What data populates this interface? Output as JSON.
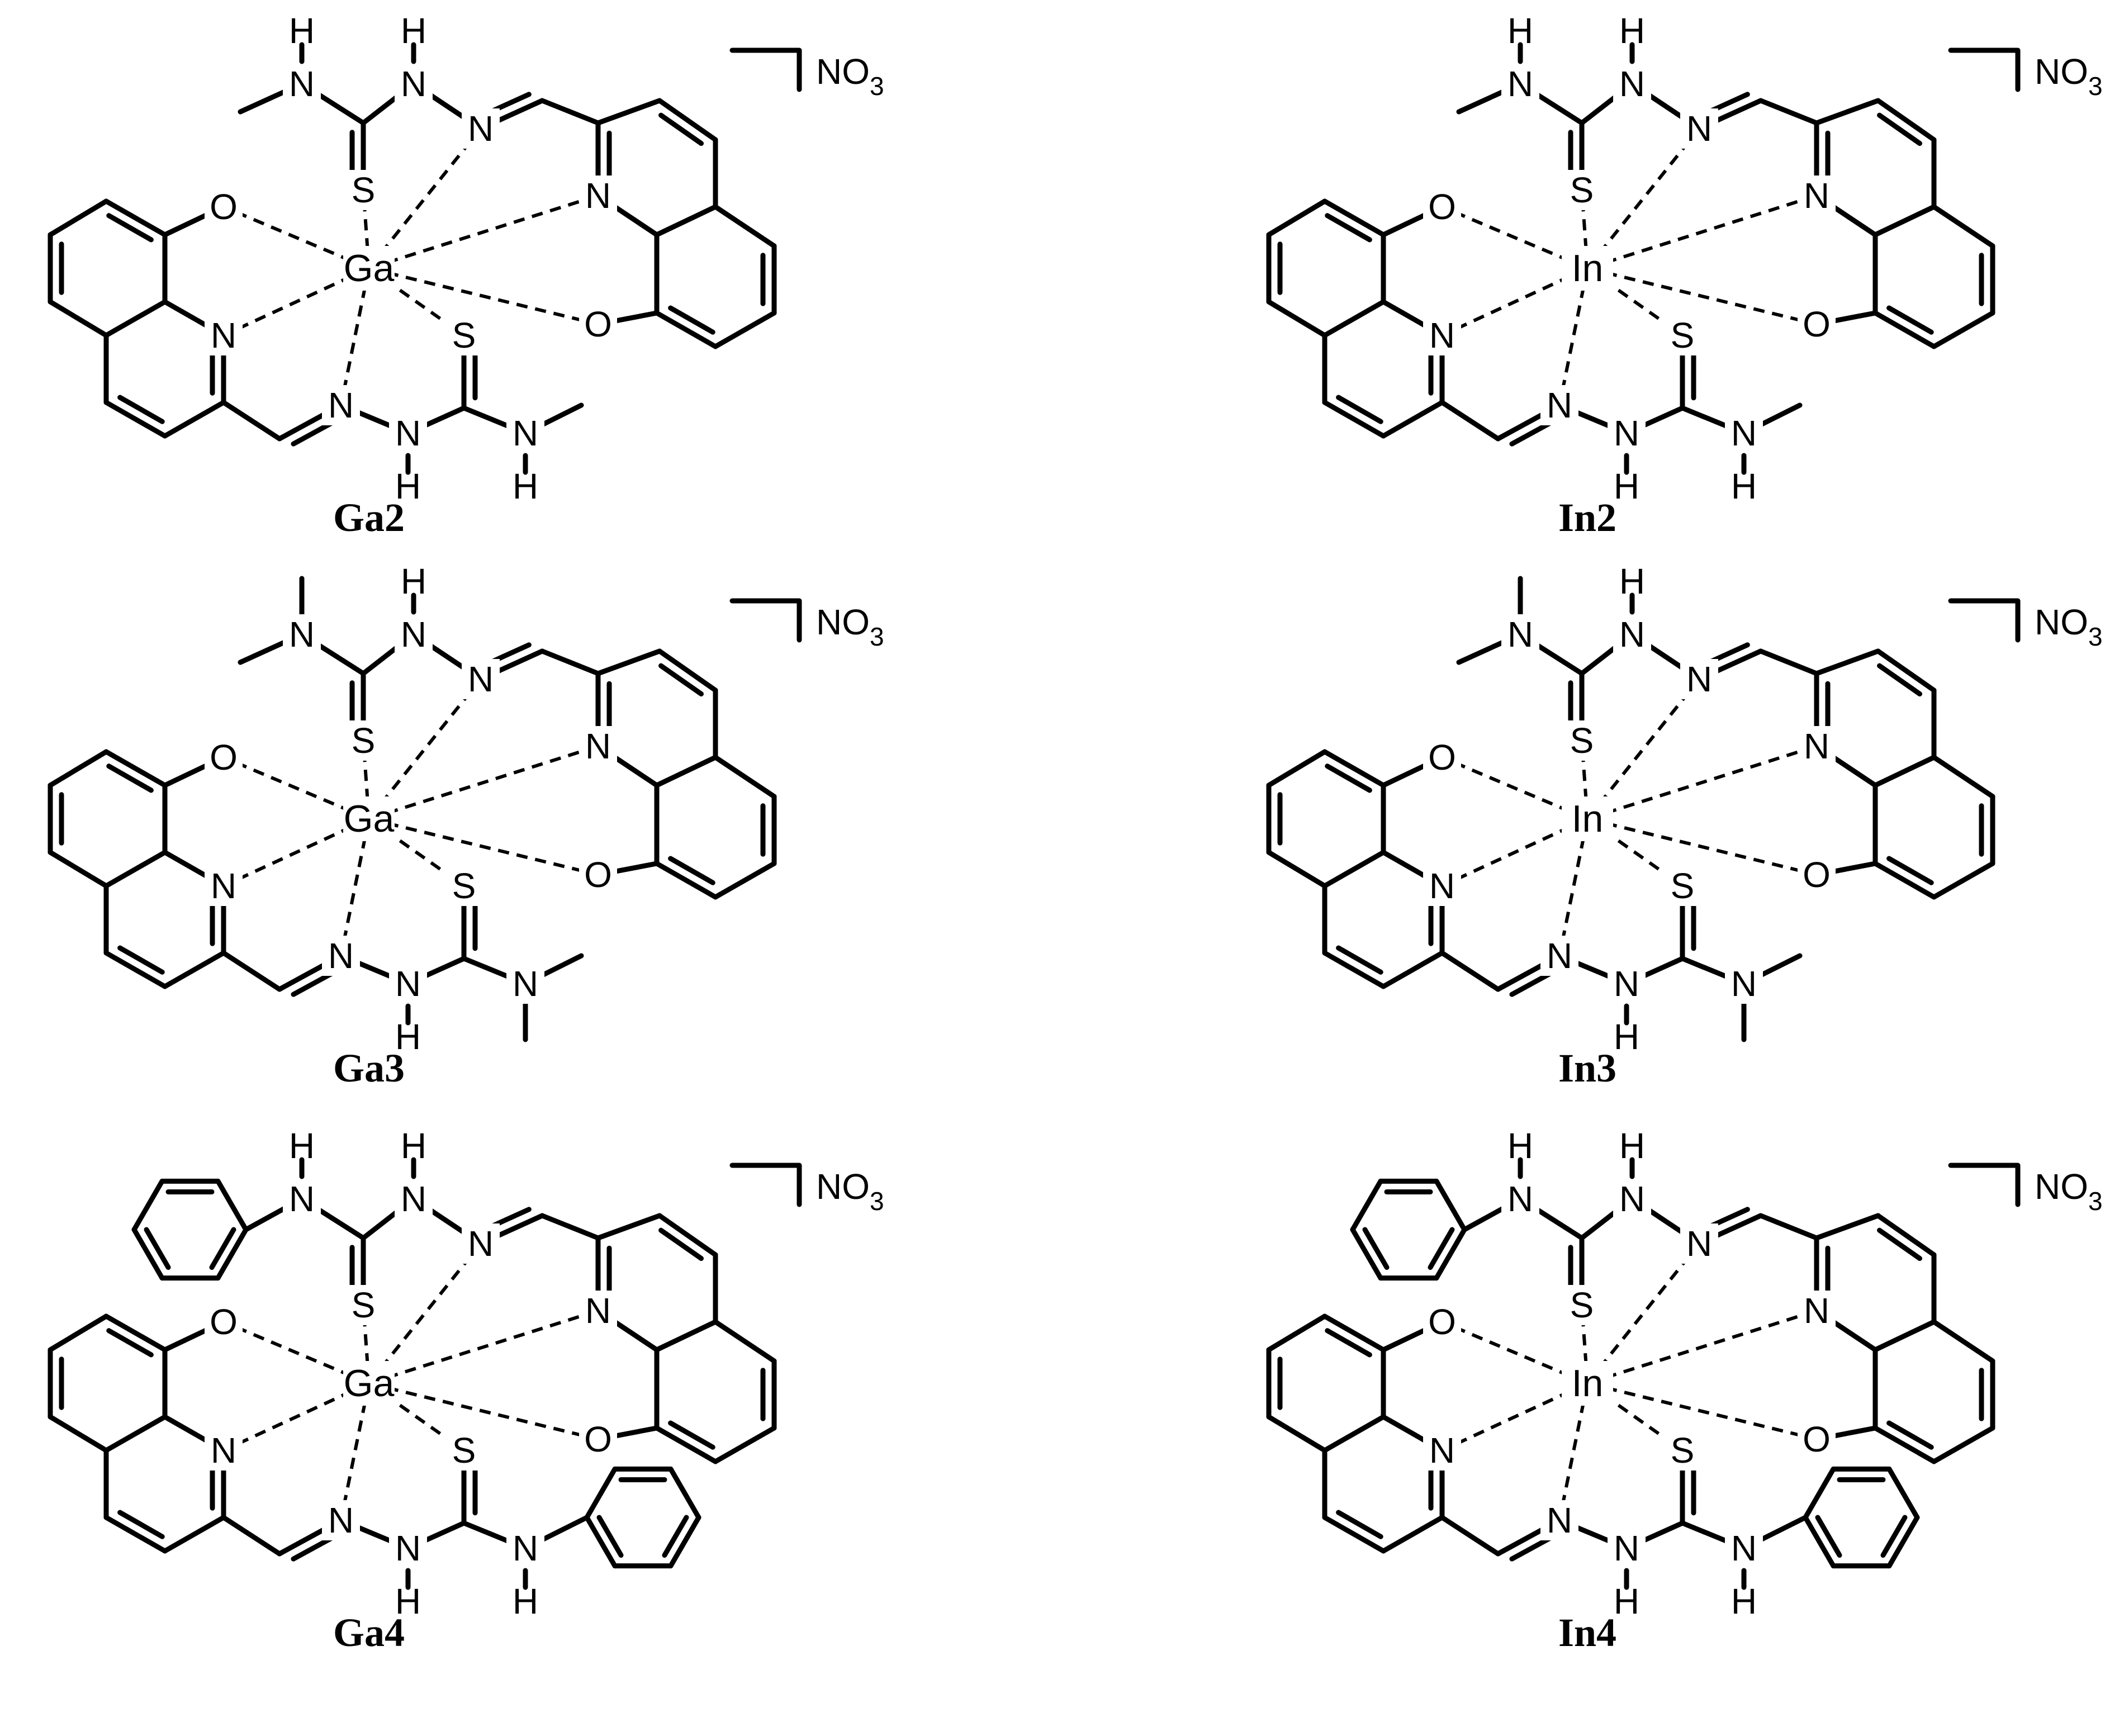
{
  "figure": {
    "compounds": [
      {
        "id": "ga2",
        "label": "Ga2",
        "metal": "Ga",
        "substituent": "NHMe",
        "anion": "NO",
        "anion_sub": "3"
      },
      {
        "id": "in2",
        "label": "In2",
        "metal": "In",
        "substituent": "NHMe",
        "anion": "NO",
        "anion_sub": "3"
      },
      {
        "id": "ga3",
        "label": "Ga3",
        "metal": "Ga",
        "substituent": "NMe2",
        "anion": "NO",
        "anion_sub": "3"
      },
      {
        "id": "in3",
        "label": "In3",
        "metal": "In",
        "substituent": "NMe2",
        "anion": "NO",
        "anion_sub": "3"
      },
      {
        "id": "ga4",
        "label": "Ga4",
        "metal": "Ga",
        "substituent": "NHPh",
        "anion": "NO",
        "anion_sub": "3"
      },
      {
        "id": "in4",
        "label": "In4",
        "metal": "In",
        "substituent": "NHPh",
        "anion": "NO",
        "anion_sub": "3"
      }
    ],
    "atom_labels": {
      "n": "N",
      "o": "O",
      "s": "S",
      "h": "H"
    }
  }
}
